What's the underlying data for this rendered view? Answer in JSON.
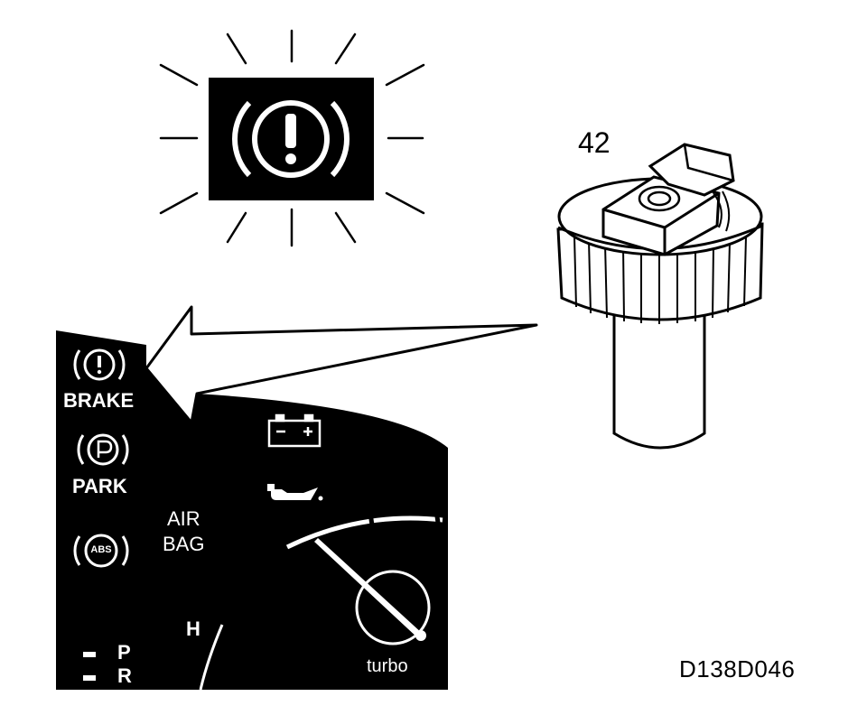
{
  "figure": {
    "part_number": "42",
    "figure_id": "D138D046"
  },
  "cluster": {
    "brake_label": "BRAKE",
    "park_label": "PARK",
    "abs_label": "ABS",
    "airbag_line1": "AIR",
    "airbag_line2": "BAG",
    "gear_p": "P",
    "gear_r": "R",
    "temp_h": "H",
    "turbo_label": "turbo"
  },
  "colors": {
    "ink": "#000000",
    "paper": "#ffffff"
  }
}
